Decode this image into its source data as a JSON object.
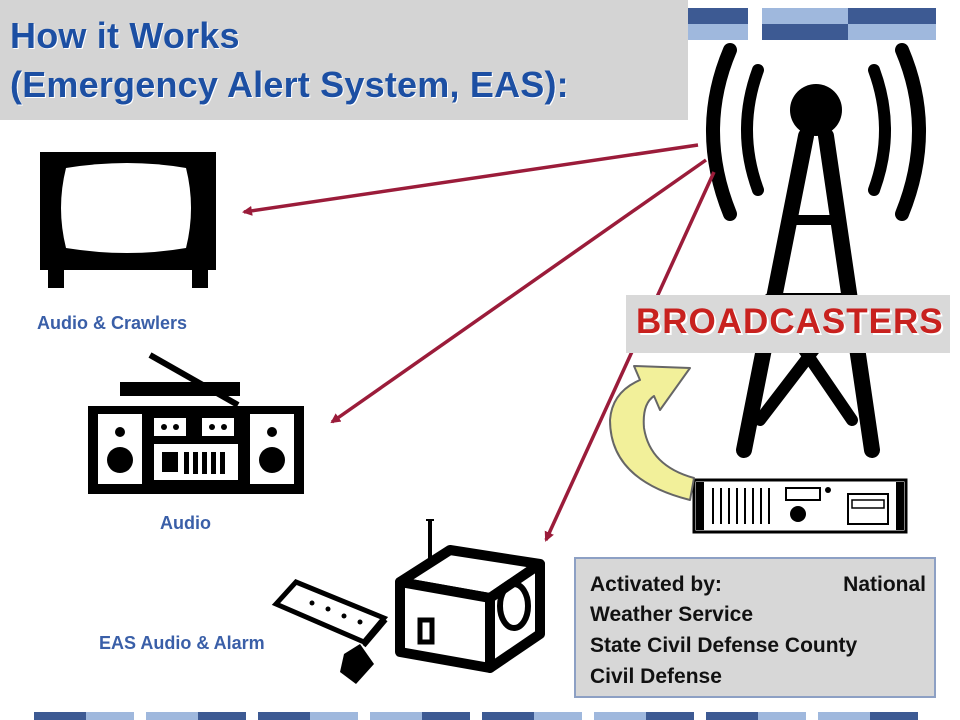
{
  "title": {
    "line1": "How it Works",
    "line2": "(Emergency Alert System, EAS):"
  },
  "labels": {
    "tv": "Audio & Crawlers",
    "boombox": "Audio",
    "weather_radio": "EAS Audio & Alarm",
    "broadcasters": "BROADCASTERS"
  },
  "activation": {
    "line1_left": "Activated by:",
    "line1_right": "National",
    "line2": "Weather Service",
    "line3": "State Civil Defense County",
    "line4": "Civil Defense"
  },
  "colors": {
    "title": "#1c4fa3",
    "arrow": "#9b1c3a",
    "label": "#3a5fa8",
    "broadcasters": "#c8211e",
    "curved_arrow_fill": "#f2f09a",
    "bar_dark": "#3d5a93",
    "bar_light": "#9fb8dd"
  },
  "icons": [
    "tv-icon",
    "boombox-icon",
    "weather-radio-icon",
    "pager-icon",
    "broadcast-tower-icon",
    "eas-encoder-icon",
    "curved-arrow-icon"
  ]
}
